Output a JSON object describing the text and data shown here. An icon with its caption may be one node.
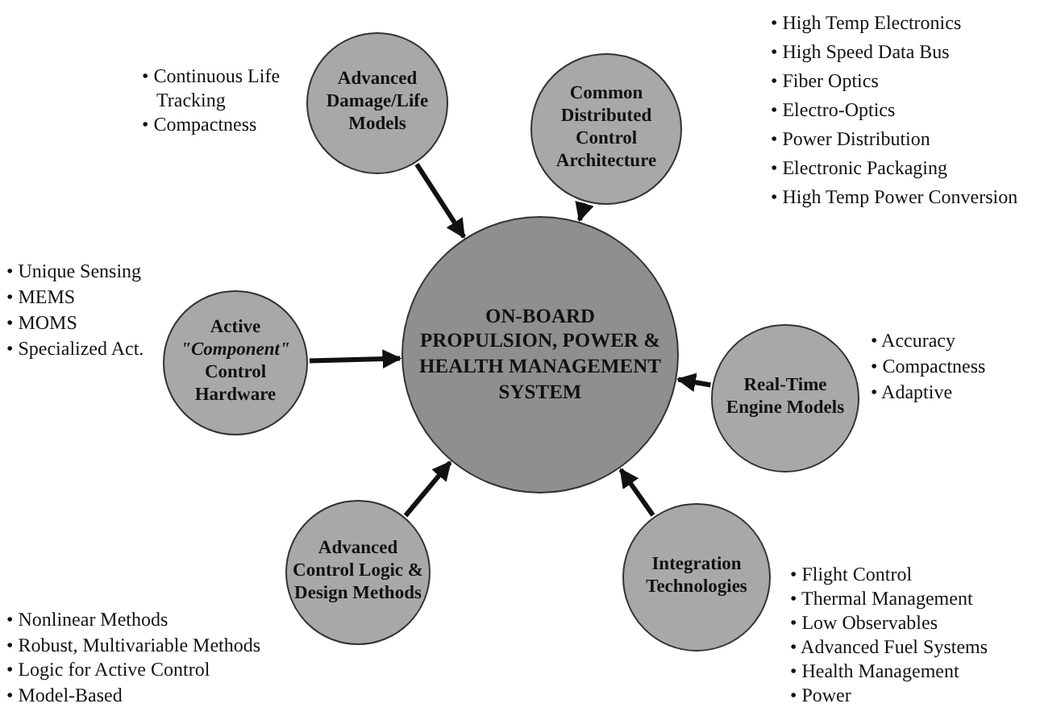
{
  "diagram": {
    "nodes": [
      {
        "text": [
          "ON-BOARD PROPULSION, POWER & HEALTH MANAGEMENT SYSTEM"
        ]
      },
      {
        "text": [
          "Advanced Damage/Life Models"
        ],
        "beside": [
          "• Continuous Life Tracking",
          "• Compactness"
        ]
      },
      {
        "text": [
          "Common Distributed Control Architecture"
        ],
        "beside": [
          "• High Temp Electronics",
          "• High Speed Data Bus",
          "• Fiber Optics",
          "• Electro-Optics",
          "• Power Distribution",
          "• Electronic Packaging",
          "• High Temp Power Conversion"
        ]
      },
      {
        "text": [
          "Active *\"Component\"* Control Hardware"
        ],
        "beside": [
          "• Unique Sensing",
          "• MEMS",
          "• MOMS",
          "• Specialized Act."
        ]
      },
      {
        "text": [
          "Real-Time Engine Models"
        ],
        "beside": [
          "• Accuracy",
          "• Compactness",
          "• Adaptive"
        ]
      },
      {
        "text": [
          "Advanced Control Logic & Design Methods"
        ],
        "beside": [
          "• Nonlinear Methods",
          "• Robust, Multivariable Methods",
          "• Logic for Active Control",
          "• Model-Based"
        ]
      },
      {
        "text": [
          "Integration Technologies"
        ],
        "beside": [
          "• Flight Control",
          "• Thermal Management",
          "• Low Observables",
          "• Advanced Fuel Systems",
          "• Health Management",
          "• Power"
        ]
      }
    ],
    "edges": [
      {
        "from": 1,
        "to": 0,
        "arrow": "to"
      },
      {
        "from": 2,
        "to": 0,
        "arrow": "to"
      },
      {
        "from": 3,
        "to": 0,
        "arrow": "to"
      },
      {
        "from": 4,
        "to": 0,
        "arrow": "to"
      },
      {
        "from": 5,
        "to": 0,
        "arrow": "to"
      },
      {
        "from": 6,
        "to": 0,
        "arrow": "to"
      }
    ]
  }
}
